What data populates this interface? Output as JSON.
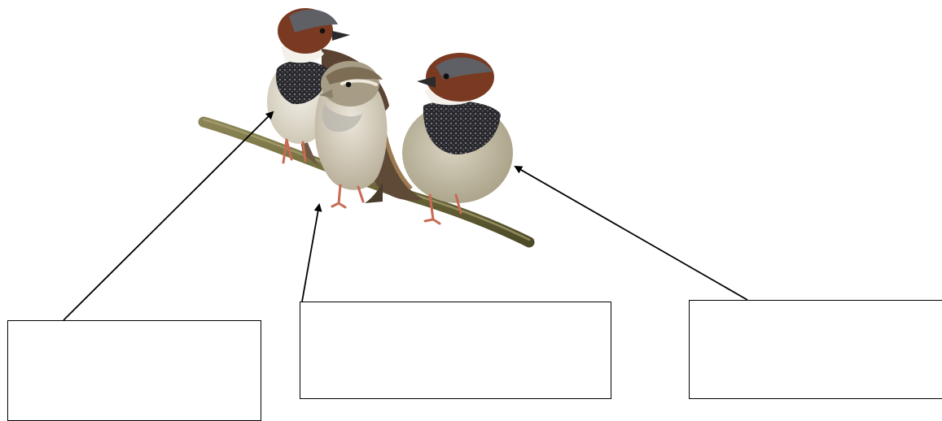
{
  "diagram": {
    "birds": [
      {
        "name": "sparrow-male-left"
      },
      {
        "name": "sparrow-female-center"
      },
      {
        "name": "sparrow-male-right"
      }
    ],
    "label_boxes": [
      {
        "id": "left",
        "text": ""
      },
      {
        "id": "center",
        "text": ""
      },
      {
        "id": "right",
        "text": ""
      }
    ],
    "colors": {
      "stroke": "#000000",
      "background": "#ffffff",
      "branch": "#6f6a3a",
      "crown_brown": "#7a3a22",
      "cap_grey": "#5e6066",
      "bib_black": "#1f1f22",
      "belly": "#e6e1d4",
      "female_body": "#d8d1bf"
    }
  }
}
